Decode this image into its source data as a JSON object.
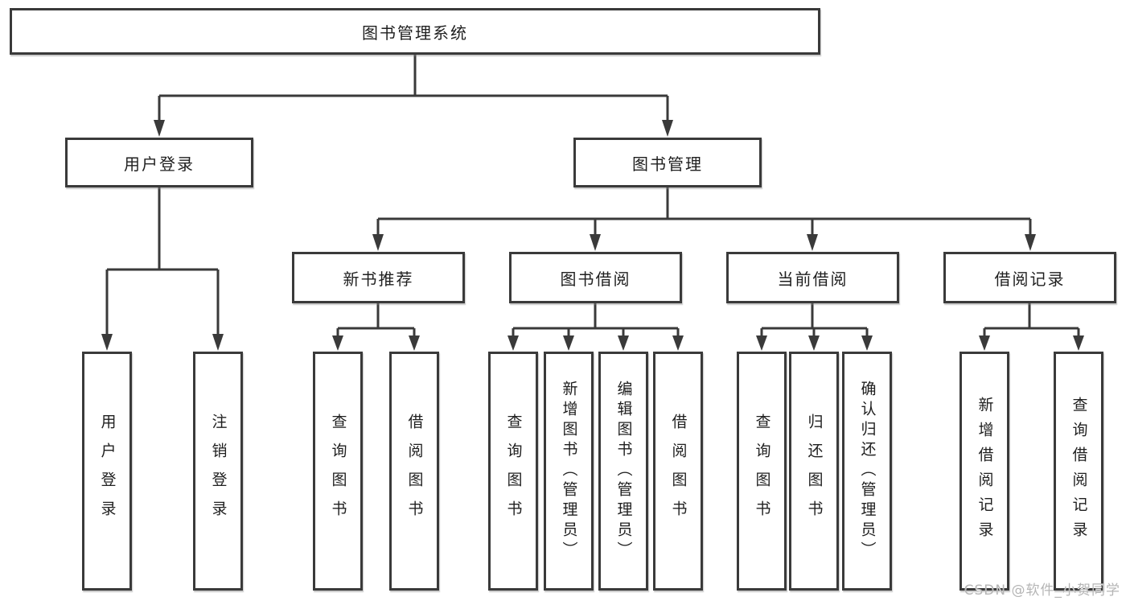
{
  "style": {
    "background": "#ffffff",
    "line_color": "#3a3a3a",
    "box_border_color": "#3a3a3a",
    "box_fill": "#ffffff",
    "text_color": "#1f1f1f",
    "watermark_color": "#b5b5b5"
  },
  "tree": {
    "root": "图书管理系统",
    "level1": [
      {
        "label": "用户登录",
        "children": [
          "用户登录",
          "注销登录"
        ]
      },
      {
        "label": "图书管理",
        "sections": [
          {
            "label": "新书推荐",
            "children": [
              "查询图书",
              "借阅图书"
            ]
          },
          {
            "label": "图书借阅",
            "children": [
              "查询图书",
              "新增图书（管理员）",
              "编辑图书（管理员）",
              "借阅图书"
            ]
          },
          {
            "label": "当前借阅",
            "children": [
              "查询图书",
              "归还图书",
              "确认归还（管理员）"
            ]
          },
          {
            "label": "借阅记录",
            "children": [
              "新增借阅记录",
              "查询借阅记录"
            ]
          }
        ]
      }
    ]
  },
  "watermark": {
    "text": "CSDN @软件_小贺同学"
  }
}
